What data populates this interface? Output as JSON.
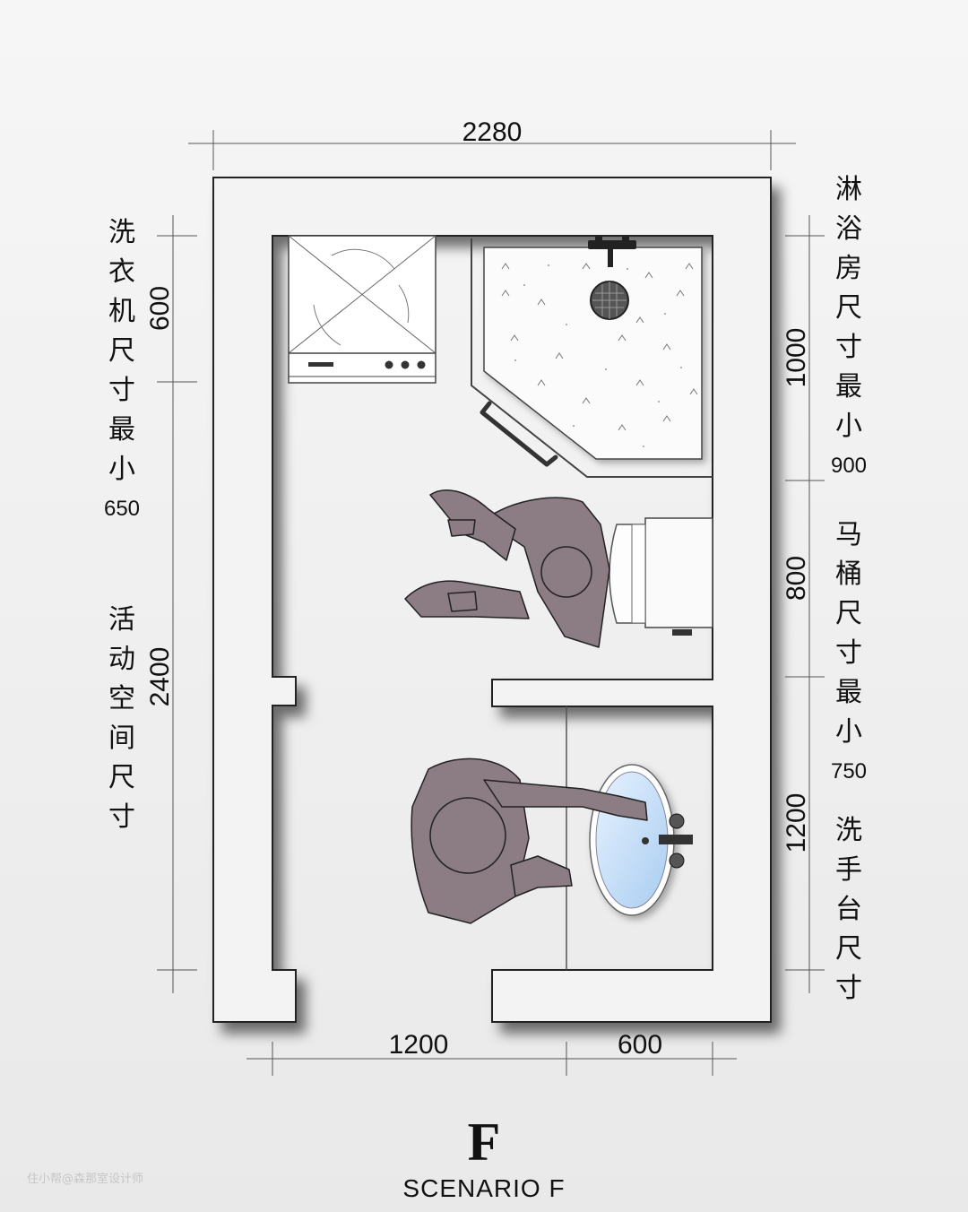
{
  "dimensions": {
    "top_width": "2280",
    "total_height": "2400",
    "washer_depth": "600",
    "shower_size": "1000",
    "toilet_size": "800",
    "basin_size": "1200",
    "bottom_left": "1200",
    "bottom_right": "600"
  },
  "labels": {
    "washer": [
      "洗",
      "衣",
      "机",
      "尺",
      "寸",
      "最",
      "小",
      "650"
    ],
    "activity": [
      "活",
      "动",
      "空",
      "间",
      "尺",
      "寸"
    ],
    "shower": [
      "淋",
      "浴",
      "房",
      "尺",
      "寸",
      "最",
      "小",
      "900"
    ],
    "toilet": [
      "马",
      "桶",
      "尺",
      "寸",
      "最",
      "小",
      "750"
    ],
    "basin": [
      "洗",
      "手",
      "台",
      "尺",
      "寸"
    ]
  },
  "scenario": {
    "letter": "F",
    "title": "SCENARIO F"
  },
  "watermark": "住小帮@森那室设计师"
}
